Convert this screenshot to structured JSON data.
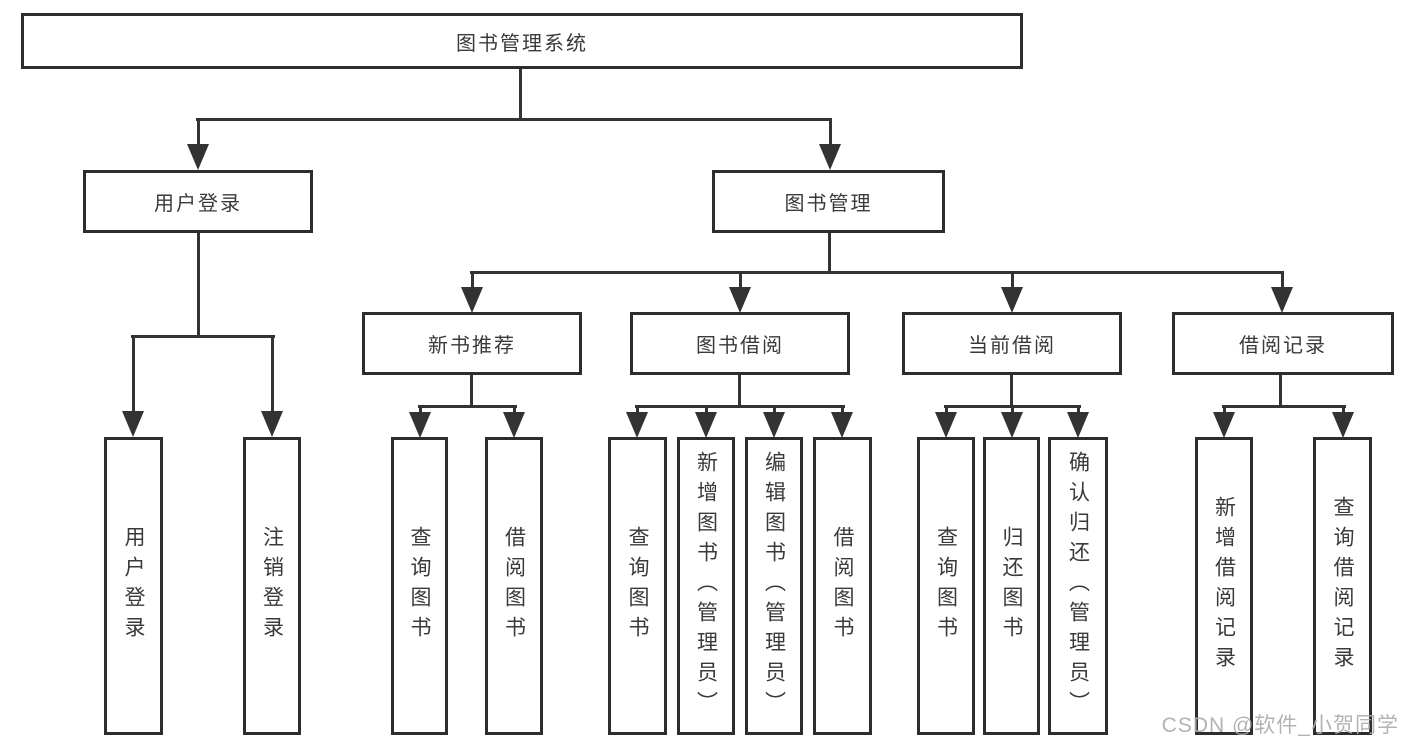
{
  "diagram": {
    "title": "图书管理系统",
    "watermark": "CSDN @软件_小贺同学",
    "colors": {
      "line": "#333333",
      "border": "#2d2d2d",
      "text": "#3a3a3a",
      "watermark": "#adadad",
      "background": "#ffffff"
    },
    "nodes": {
      "root": "图书管理系统",
      "user_login": "用户登录",
      "book_mgmt": "图书管理",
      "new_books": "新书推荐",
      "book_borrow": "图书借阅",
      "current_borrow": "当前借阅",
      "borrow_records": "借阅记录",
      "leaf_user_login": "用户登录",
      "leaf_logout": "注销登录",
      "leaf_nb_query": "查询图书",
      "leaf_nb_borrow": "借阅图书",
      "leaf_bb_query": "查询图书",
      "leaf_bb_add": "新增图书（管理员）",
      "leaf_bb_edit": "编辑图书（管理员）",
      "leaf_bb_borrow": "借阅图书",
      "leaf_cb_query": "查询图书",
      "leaf_cb_return": "归还图书",
      "leaf_cb_confirm": "确认归还（管理员）",
      "leaf_br_add": "新增借阅记录",
      "leaf_br_query": "查询借阅记录"
    }
  }
}
